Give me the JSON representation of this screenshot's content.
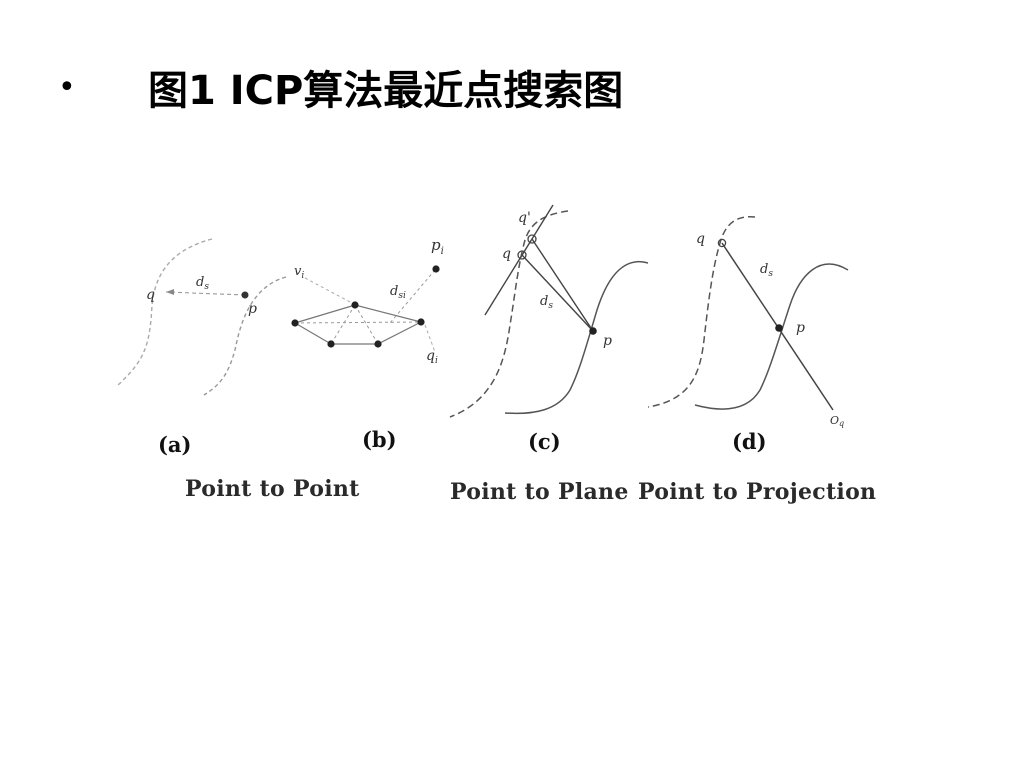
{
  "slide": {
    "bullet": "•",
    "title": "图1 ICP算法最近点搜索图"
  },
  "panels": {
    "a": {
      "label": "(a)",
      "q": "q",
      "d": "d",
      "d_sub": "s",
      "p": "p"
    },
    "b": {
      "label": "(b)",
      "v": "v",
      "v_sub": "i",
      "d": "d",
      "d_sub": "si",
      "p": "p",
      "p_sub": "i",
      "q": "q",
      "q_sub": "i"
    },
    "c": {
      "label": "(c)",
      "q_prime": "q'",
      "q": "q",
      "d": "d",
      "d_sub": "s",
      "p": "p"
    },
    "d": {
      "label": "(d)",
      "q": "q",
      "d": "d",
      "d_sub": "s",
      "p": "p",
      "o": "O",
      "o_sub": "q"
    }
  },
  "captions": {
    "point_to_point": "Point to Point",
    "point_to_plane": "Point to Plane",
    "point_to_projection": "Point to Projection"
  }
}
